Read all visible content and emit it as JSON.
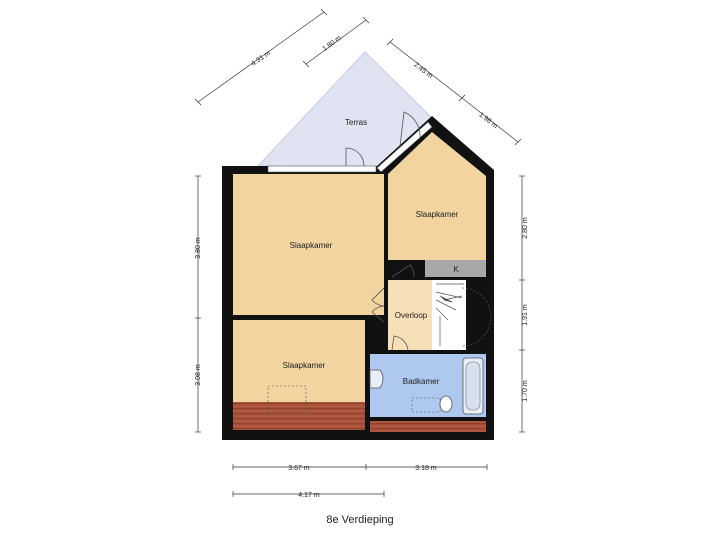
{
  "floor_title": "8e Verdieping",
  "rooms": {
    "terras": "Terras",
    "slaapkamer_1": "Slaapkamer",
    "slaapkamer_2": "Slaapkamer",
    "slaapkamer_3": "Slaapkamer",
    "overloop": "Overloop",
    "badkamer": "Badkamer",
    "kast": "K"
  },
  "dimensions": {
    "top_left": "4.31 m",
    "top_mid": "1.80 m",
    "top_right_a": "2.45 m",
    "top_right_b": "1.96 m",
    "left_upper": "3.80 m",
    "left_lower": "3.08 m",
    "right_upper": "2.80 m",
    "right_mid": "1.91 m",
    "right_lower": "1.70 m",
    "bottom_left": "3.67 m",
    "bottom_right": "3.18 m",
    "bottom_total": "4.17 m"
  },
  "colors": {
    "wall": "#111111",
    "bedroom": "#f1d49f",
    "terrace": "#dfe3f2",
    "landing": "#f7dfb8",
    "bathroom": "#aec8f0",
    "roof_tiles": "#b0583f",
    "closet": "#a8a8a8"
  }
}
